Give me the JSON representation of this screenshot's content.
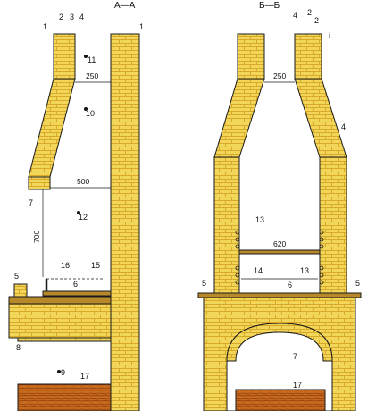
{
  "titles": {
    "left": "A—A",
    "right": "Б—Б"
  },
  "colors": {
    "brick": "#f2d65a",
    "mortar": "#d9a92a",
    "outline": "#1a1a1a",
    "wood": "#c86a1e",
    "slab": "#b8892a"
  },
  "left_view": {
    "labels": {
      "n1": "1",
      "n2": "2",
      "n3": "3",
      "n4": "4",
      "n1r": "1",
      "n11": "11",
      "n10": "10",
      "n7": "7",
      "n12": "12",
      "n5": "5",
      "n16": "16",
      "n15": "15",
      "n6": "6",
      "n8": "8",
      "n9": "9",
      "n17": "17"
    },
    "dims": {
      "top": "250",
      "mid": "500",
      "height": "700"
    }
  },
  "right_view": {
    "labels": {
      "n4": "4",
      "n2a": "2",
      "n2b": "2",
      "n1": "i",
      "n4side": "4",
      "n13a": "13",
      "n14": "14",
      "n13b": "13",
      "n5l": "5",
      "n6": "6",
      "n5r": "5",
      "n7": "7",
      "n17": "17"
    },
    "dims": {
      "top": "250",
      "grill": "620"
    }
  }
}
